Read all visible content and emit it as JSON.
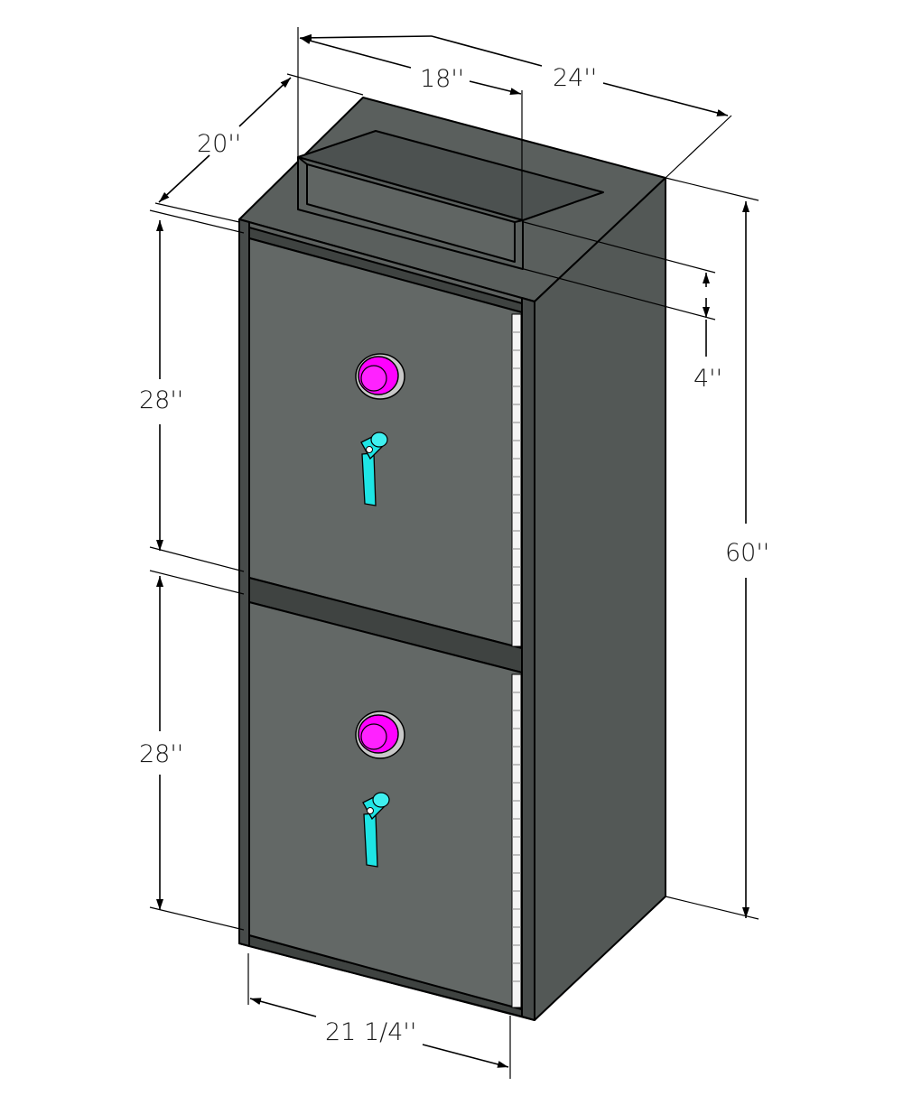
{
  "dimensions": {
    "depth_top": "24''",
    "slot_width": "18''",
    "width_top": "20''",
    "slot_height": "4''",
    "upper_door_height": "28''",
    "lower_door_height": "28''",
    "overall_height": "60''",
    "door_width": "21 1/4''"
  },
  "colors": {
    "body_front": "#626664",
    "body_side": "#535856",
    "body_top": "#5a5f5d",
    "dark_band": "#3f4341",
    "dial": "#ff00ff",
    "handle": "#1ee5e5",
    "hinge": "#ffffff"
  }
}
